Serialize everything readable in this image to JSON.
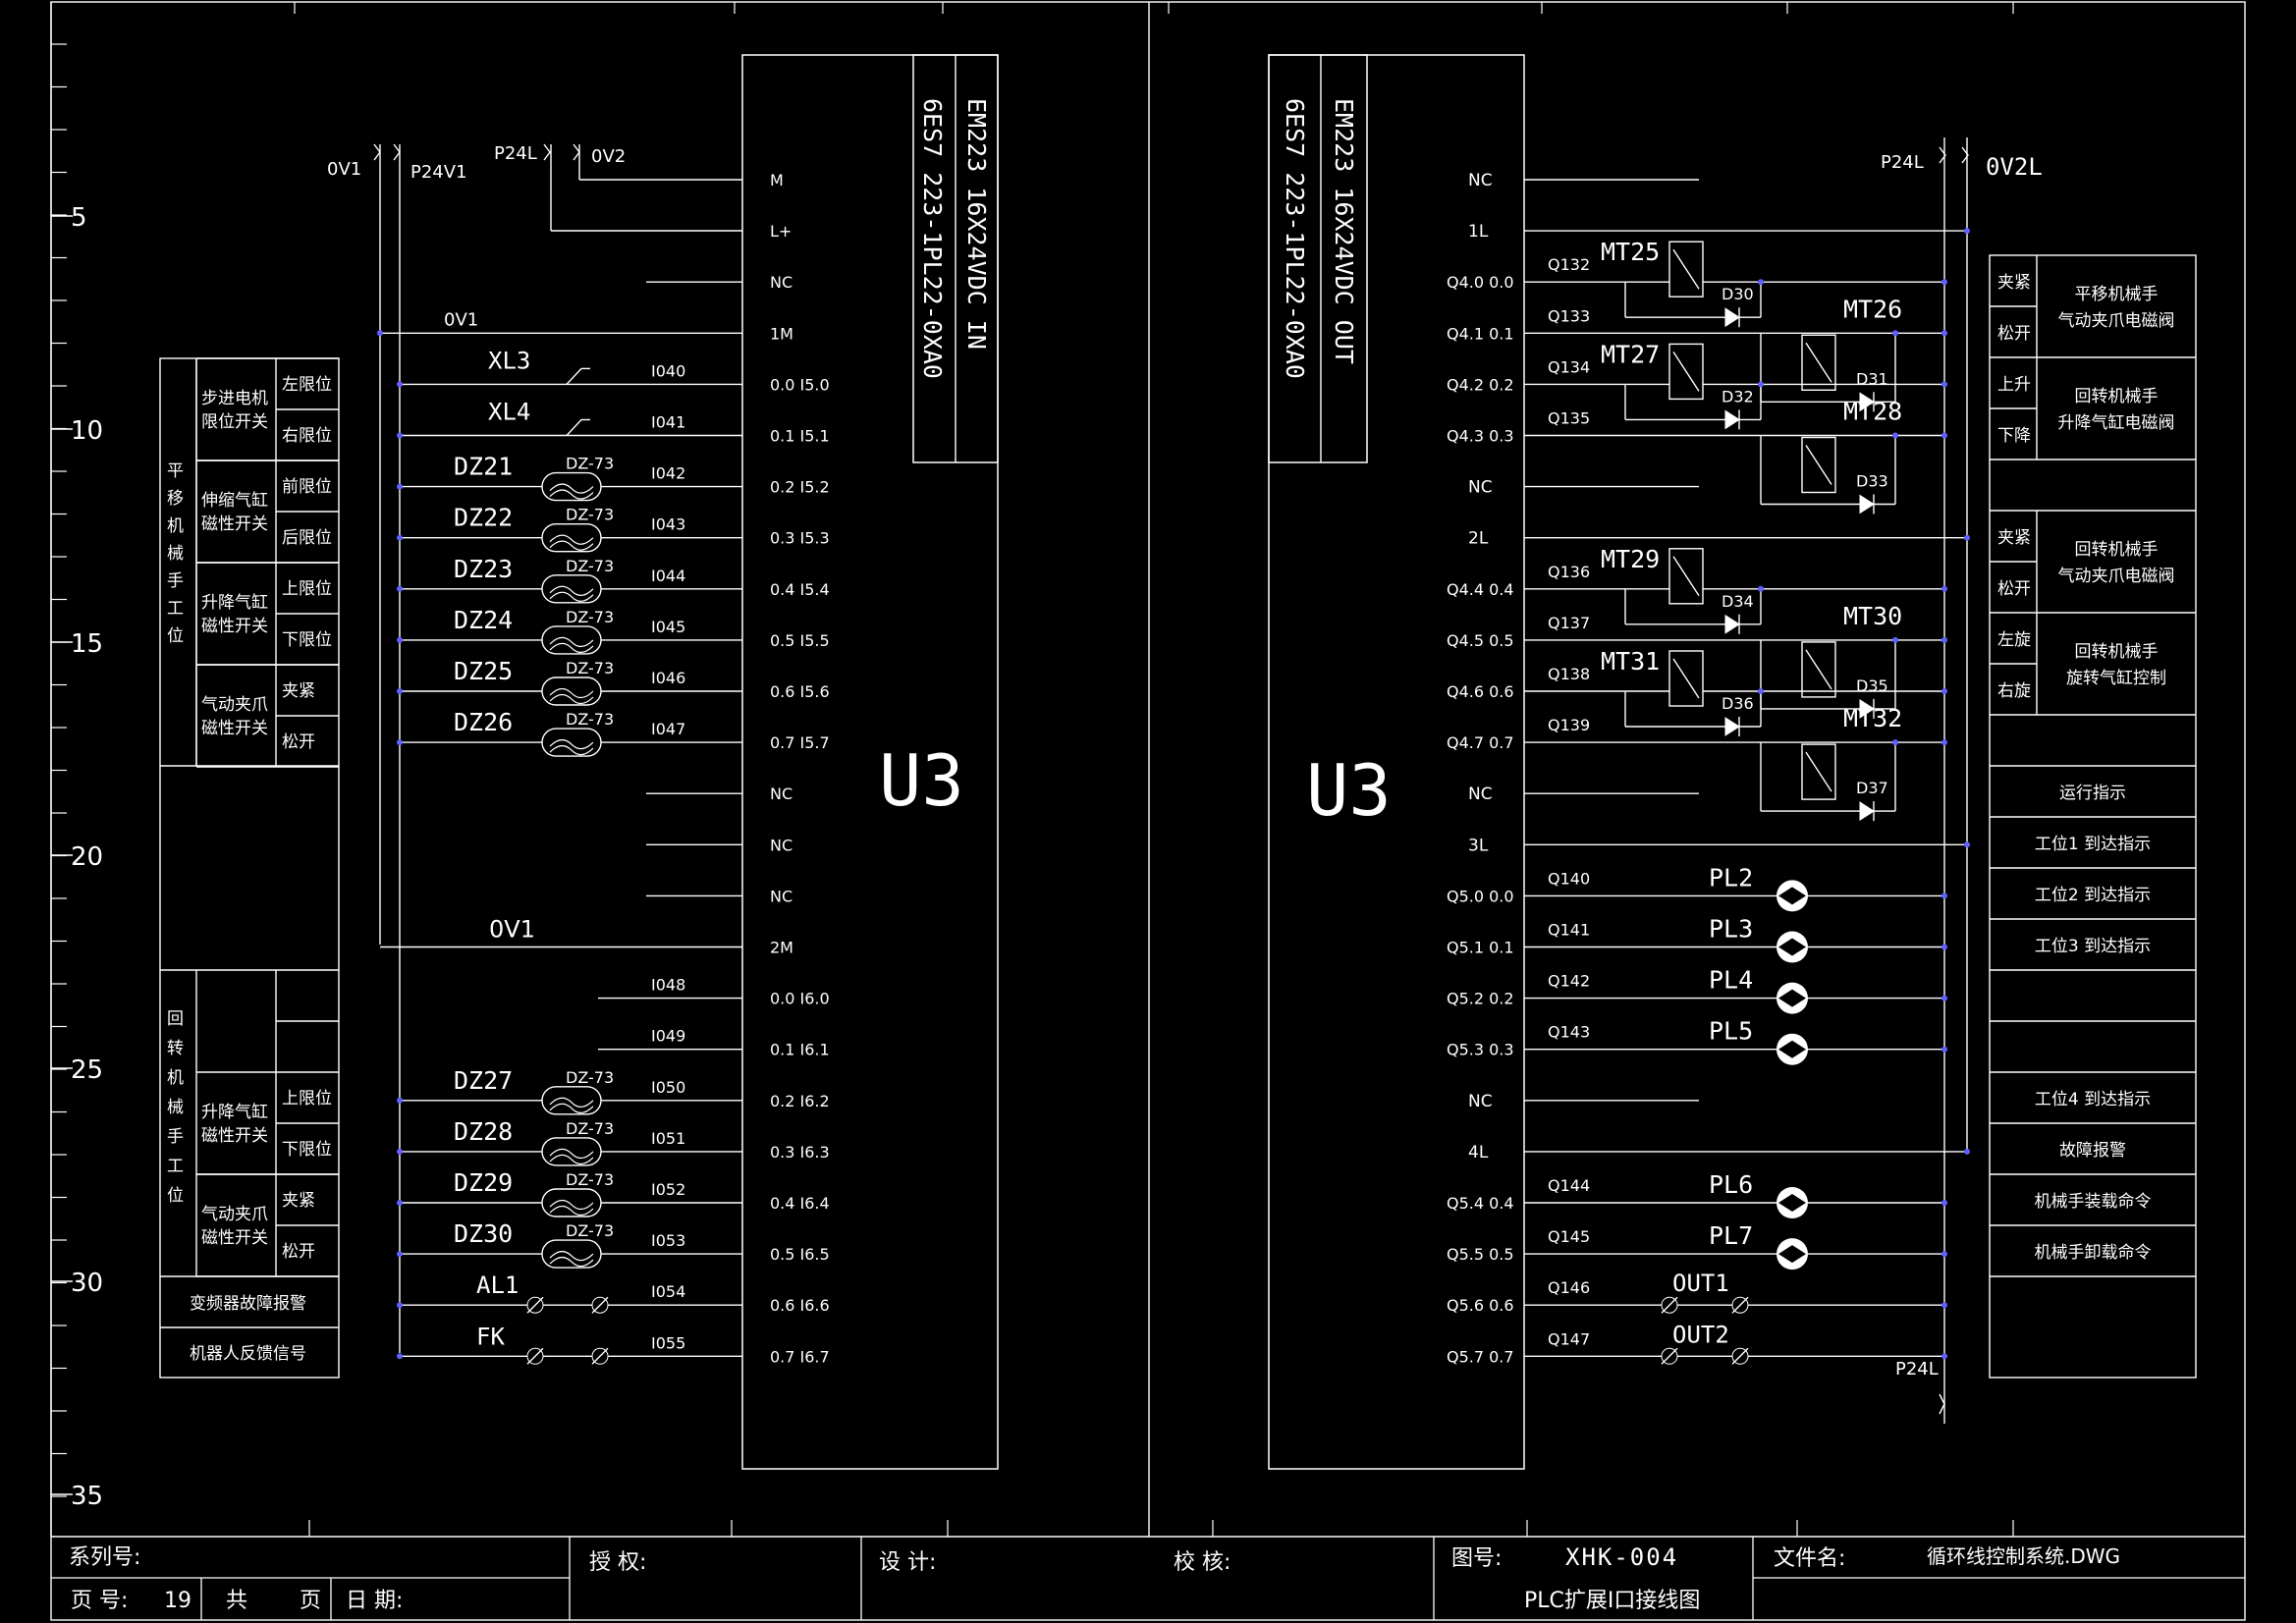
{
  "ruler": [
    "5",
    "10",
    "15",
    "20",
    "25",
    "30",
    "35"
  ],
  "colors": {
    "line": "#ffffff",
    "node": "#6060ff",
    "background": "#000000"
  },
  "left": {
    "module": {
      "name": "EM223 16X24VDC IN",
      "part": "6ES7 223-1PL22-0XA0",
      "big": "U3"
    },
    "supply": {
      "ov1_top": "0V1",
      "p24v1": "P24V1",
      "p24l": "P24L",
      "ov2": "0V2",
      "ov1_mid": "0V1",
      "ov1_bottom": "0V1"
    },
    "terminals": [
      {
        "t": "M"
      },
      {
        "t": "L+"
      },
      {
        "t": "NC"
      },
      {
        "t": "1M"
      },
      {
        "t": "0.0 I5.0",
        "addr": "I040",
        "dev": "XL3",
        "kind": "limit"
      },
      {
        "t": "0.1 I5.1",
        "addr": "I041",
        "dev": "XL4",
        "kind": "limit"
      },
      {
        "t": "0.2 I5.2",
        "addr": "I042",
        "dev": "DZ21",
        "sub": "DZ-73",
        "kind": "reed"
      },
      {
        "t": "0.3 I5.3",
        "addr": "I043",
        "dev": "DZ22",
        "sub": "DZ-73",
        "kind": "reed"
      },
      {
        "t": "0.4 I5.4",
        "addr": "I044",
        "dev": "DZ23",
        "sub": "DZ-73",
        "kind": "reed"
      },
      {
        "t": "0.5 I5.5",
        "addr": "I045",
        "dev": "DZ24",
        "sub": "DZ-73",
        "kind": "reed"
      },
      {
        "t": "0.6 I5.6",
        "addr": "I046",
        "dev": "DZ25",
        "sub": "DZ-73",
        "kind": "reed"
      },
      {
        "t": "0.7 I5.7",
        "addr": "I047",
        "dev": "DZ26",
        "sub": "DZ-73",
        "kind": "reed"
      },
      {
        "t": "NC"
      },
      {
        "t": "NC"
      },
      {
        "t": "NC"
      },
      {
        "t": "2M"
      },
      {
        "t": "0.0 I6.0",
        "addr": "I048",
        "kind": "plain"
      },
      {
        "t": "0.1 I6.1",
        "addr": "I049",
        "kind": "plain"
      },
      {
        "t": "0.2 I6.2",
        "addr": "I050",
        "dev": "DZ27",
        "sub": "DZ-73",
        "kind": "reed"
      },
      {
        "t": "0.3 I6.3",
        "addr": "I051",
        "dev": "DZ28",
        "sub": "DZ-73",
        "kind": "reed"
      },
      {
        "t": "0.4 I6.4",
        "addr": "I052",
        "dev": "DZ29",
        "sub": "DZ-73",
        "kind": "reed"
      },
      {
        "t": "0.5 I6.5",
        "addr": "I053",
        "dev": "DZ30",
        "sub": "DZ-73",
        "kind": "reed"
      },
      {
        "t": "0.6 I6.6",
        "addr": "I054",
        "dev": "AL1",
        "kind": "contact"
      },
      {
        "t": "0.7 I6.7",
        "addr": "I055",
        "dev": "FK",
        "kind": "contact"
      }
    ],
    "table": {
      "group1": "平移机械手工位",
      "group2": "回转机械手工位",
      "rows1": [
        {
          "func": "步进电机限位开关",
          "subs": [
            "左限位",
            "右限位"
          ]
        },
        {
          "func": "伸缩气缸磁性开关",
          "subs": [
            "前限位",
            "后限位"
          ]
        },
        {
          "func": "升降气缸磁性开关",
          "subs": [
            "上限位",
            "下限位"
          ]
        },
        {
          "func": "气动夹爪磁性开关",
          "subs": [
            "夹紧",
            "松开"
          ]
        }
      ],
      "rows2": [
        {
          "func": "升降气缸磁性开关",
          "subs": [
            "上限位",
            "下限位"
          ]
        },
        {
          "func": "气动夹爪磁性开关",
          "subs": [
            "夹紧",
            "松开"
          ]
        }
      ],
      "extra": [
        "变频器故障报警",
        "机器人反馈信号"
      ]
    }
  },
  "right": {
    "module": {
      "name": "EM223 16X24VDC OUT",
      "part": "6ES7 223-1PL22-0XA0",
      "big": "U3"
    },
    "supply": {
      "p24l": "P24L",
      "ov2l": "0V2L",
      "p24l_bottom": "P24L"
    },
    "terminals": [
      {
        "t": "NC"
      },
      {
        "t": "1L"
      },
      {
        "q": "Q4.0 0.0",
        "addr": "Q132",
        "dev": "MT25",
        "diode": "D30",
        "kind": "coilA"
      },
      {
        "q": "Q4.1 0.1",
        "addr": "Q133",
        "dev": "MT26",
        "diode": "D31",
        "kind": "coilB"
      },
      {
        "q": "Q4.2 0.2",
        "addr": "Q134",
        "dev": "MT27",
        "diode": "D32",
        "kind": "coilA"
      },
      {
        "q": "Q4.3 0.3",
        "addr": "Q135",
        "dev": "MT28",
        "diode": "D33",
        "kind": "coilB"
      },
      {
        "t": "NC"
      },
      {
        "t": "2L"
      },
      {
        "q": "Q4.4 0.4",
        "addr": "Q136",
        "dev": "MT29",
        "diode": "D34",
        "kind": "coilA"
      },
      {
        "q": "Q4.5 0.5",
        "addr": "Q137",
        "dev": "MT30",
        "diode": "D35",
        "kind": "coilB"
      },
      {
        "q": "Q4.6 0.6",
        "addr": "Q138",
        "dev": "MT31",
        "diode": "D36",
        "kind": "coilA"
      },
      {
        "q": "Q4.7 0.7",
        "addr": "Q139",
        "dev": "MT32",
        "diode": "D37",
        "kind": "coilB"
      },
      {
        "t": "NC"
      },
      {
        "t": "3L"
      },
      {
        "q": "Q5.0 0.0",
        "addr": "Q140",
        "dev": "PL2",
        "kind": "lamp"
      },
      {
        "q": "Q5.1 0.1",
        "addr": "Q141",
        "dev": "PL3",
        "kind": "lamp"
      },
      {
        "q": "Q5.2 0.2",
        "addr": "Q142",
        "dev": "PL4",
        "kind": "lamp"
      },
      {
        "q": "Q5.3 0.3",
        "addr": "Q143",
        "dev": "PL5",
        "kind": "lamp"
      },
      {
        "t": "NC"
      },
      {
        "t": "4L"
      },
      {
        "q": "Q5.4 0.4",
        "addr": "Q144",
        "dev": "PL6",
        "kind": "lamp"
      },
      {
        "q": "Q5.5 0.5",
        "addr": "Q145",
        "dev": "PL7",
        "kind": "lamp"
      },
      {
        "q": "Q5.6 0.6",
        "addr": "Q146",
        "dev": "OUT1",
        "kind": "contact"
      },
      {
        "q": "Q5.7 0.7",
        "addr": "Q147",
        "dev": "OUT2",
        "kind": "contact"
      }
    ],
    "table": [
      {
        "a": "夹紧",
        "b": "松开",
        "text": "平移机械手\n气动夹爪电磁阀"
      },
      {
        "a": "上升",
        "b": "下降",
        "text": "回转机械手\n升降气缸电磁阀"
      },
      {
        "a": "",
        "b": "",
        "text": ""
      },
      {
        "a": "夹紧",
        "b": "松开",
        "text": "回转机械手\n气动夹爪电磁阀"
      },
      {
        "a": "左旋",
        "b": "右旋",
        "text": "回转机械手\n旋转气缸控制"
      },
      {
        "a": "",
        "b": "",
        "text": ""
      },
      {
        "single": "运行指示"
      },
      {
        "single": "工位1 到达指示"
      },
      {
        "single": "工位2 到达指示"
      },
      {
        "single": "工位3 到达指示"
      },
      {
        "single": ""
      },
      {
        "single": ""
      },
      {
        "single": "工位4 到达指示"
      },
      {
        "single": "故障报警"
      },
      {
        "single": "机械手装载命令"
      },
      {
        "single": "机械手卸载命令"
      }
    ]
  },
  "title_block": {
    "series_label": "系列号:",
    "page_label": "页 号:",
    "page_value": "19",
    "total_label": "共",
    "total_suffix": "页",
    "date_label": "日 期:",
    "auth_label": "授 权:",
    "design_label": "设 计:",
    "check_label": "校 核:",
    "drawing_no_label": "图号:",
    "drawing_no": "XHK-004",
    "drawing_title": "PLC扩展I口接线图",
    "file_label": "文件名:",
    "file_name": "循环线控制系统.DWG"
  }
}
